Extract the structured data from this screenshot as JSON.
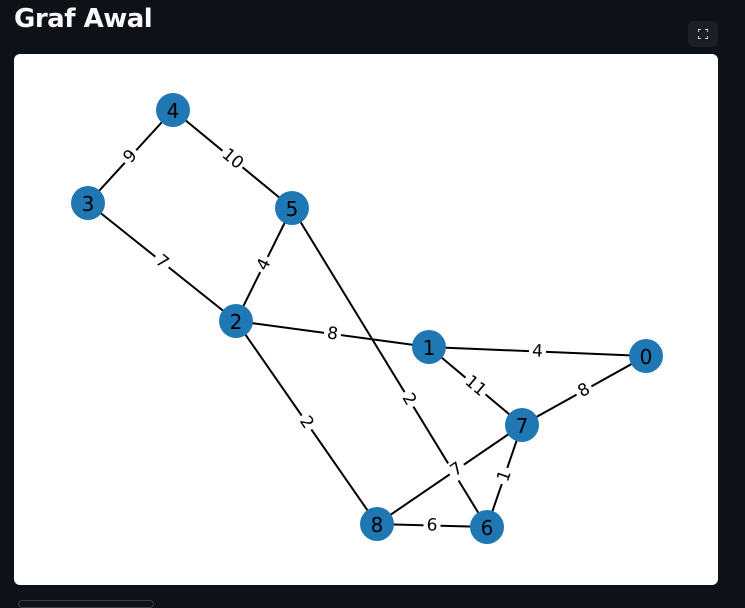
{
  "page": {
    "title": "Graf Awal",
    "fullscreen_icon": "fullscreen-icon"
  },
  "graph": {
    "nodes": [
      "0",
      "1",
      "2",
      "3",
      "4",
      "5",
      "6",
      "7",
      "8"
    ],
    "edges": [
      {
        "source": "4",
        "target": "3",
        "weight": "9"
      },
      {
        "source": "4",
        "target": "5",
        "weight": "10"
      },
      {
        "source": "3",
        "target": "2",
        "weight": "7"
      },
      {
        "source": "5",
        "target": "2",
        "weight": "4"
      },
      {
        "source": "5",
        "target": "6",
        "weight": "2"
      },
      {
        "source": "2",
        "target": "1",
        "weight": "8"
      },
      {
        "source": "2",
        "target": "8",
        "weight": "2"
      },
      {
        "source": "1",
        "target": "0",
        "weight": "4"
      },
      {
        "source": "1",
        "target": "7",
        "weight": "11"
      },
      {
        "source": "0",
        "target": "7",
        "weight": "8"
      },
      {
        "source": "7",
        "target": "8",
        "weight": "7"
      },
      {
        "source": "7",
        "target": "6",
        "weight": "1"
      },
      {
        "source": "8",
        "target": "6",
        "weight": "6"
      }
    ],
    "node_color": "#1f78b4",
    "edge_color": "#000000"
  }
}
